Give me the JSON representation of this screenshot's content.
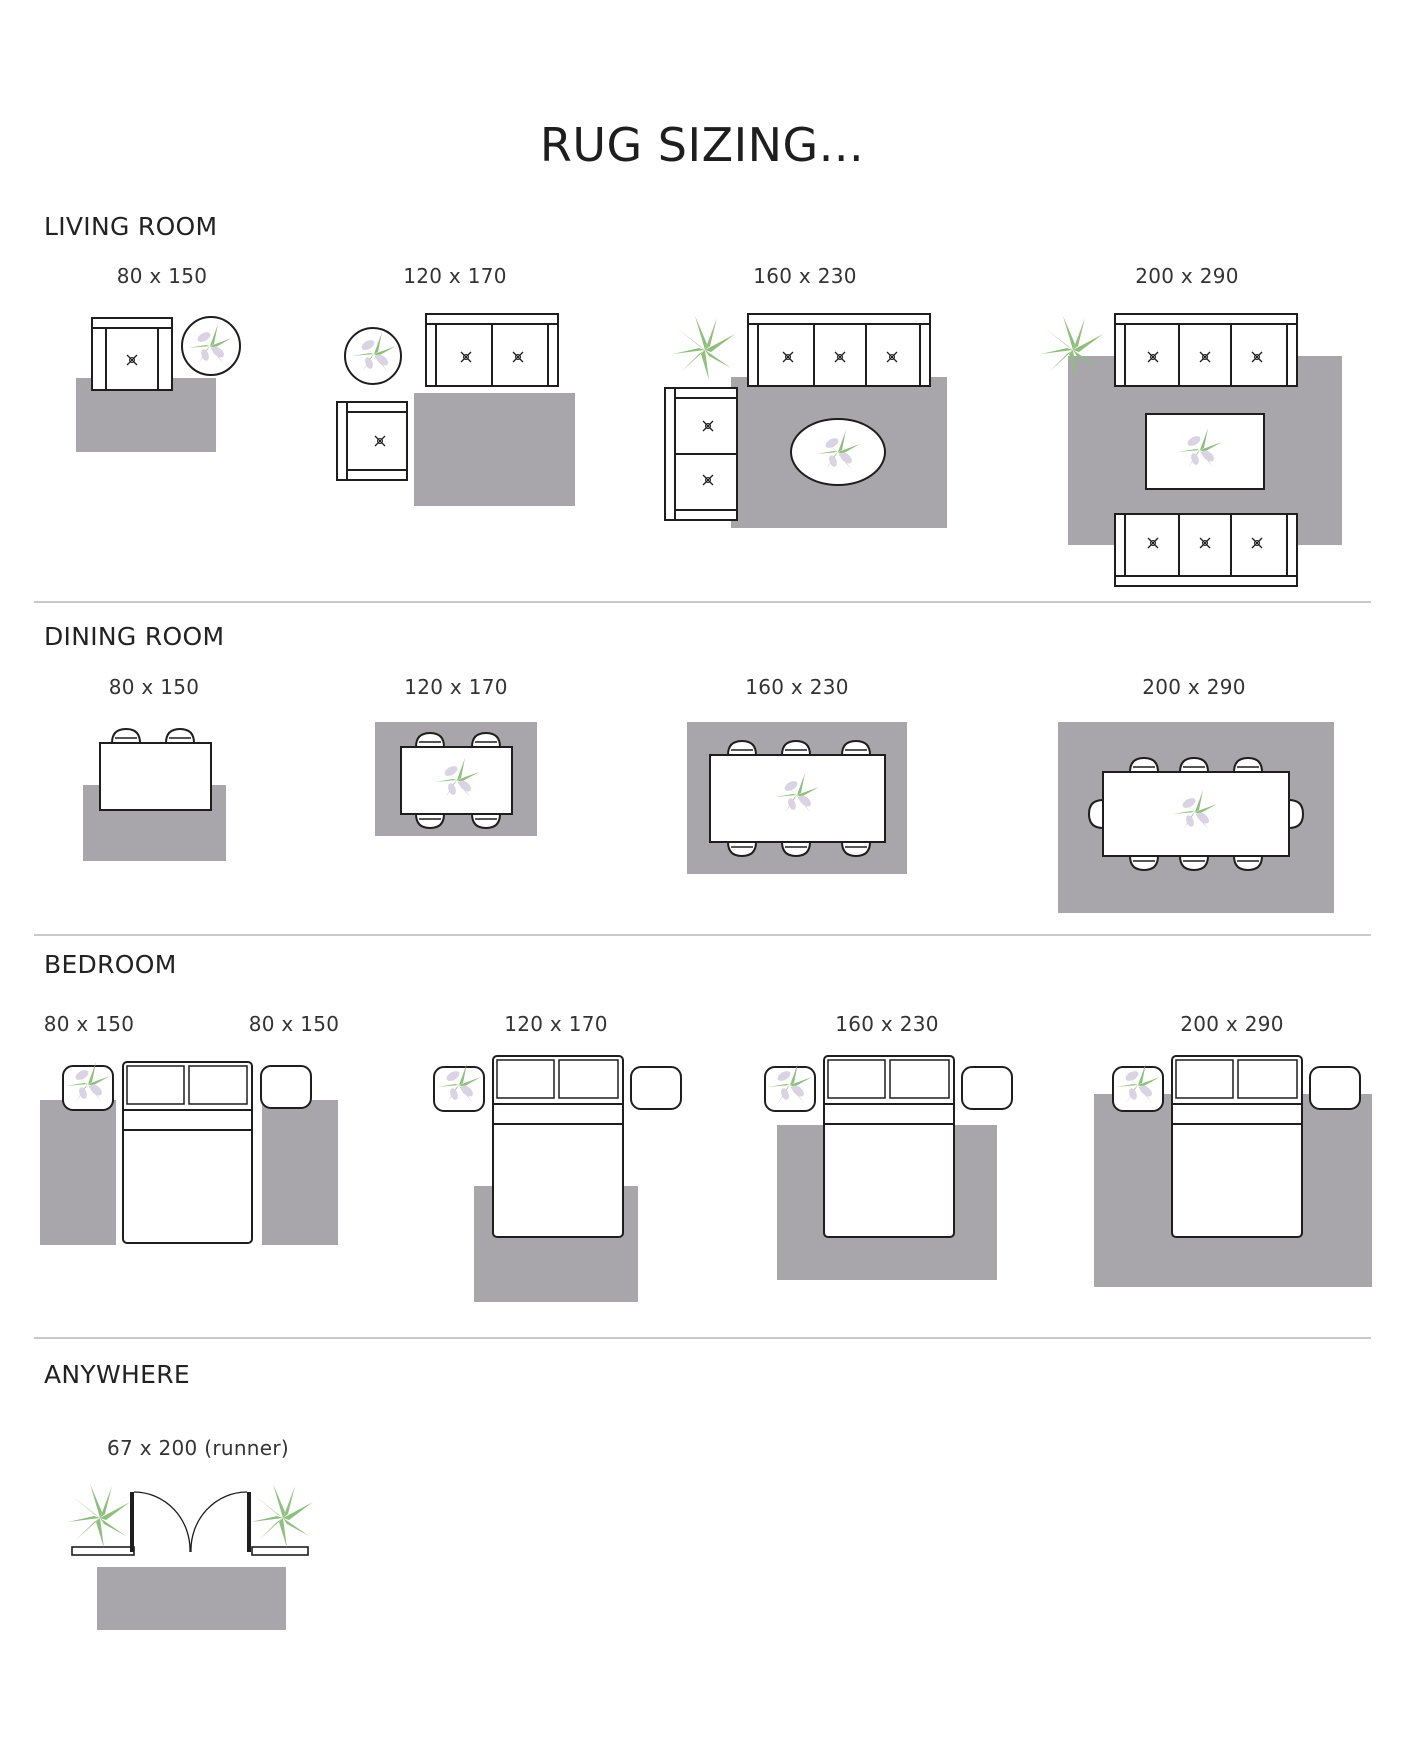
{
  "title": "RUG SIZING...",
  "sections": {
    "living": {
      "heading": "LIVING ROOM",
      "sizes": [
        "80 x 150",
        "120 x 170",
        "160 x 230",
        "200 x 290"
      ]
    },
    "dining": {
      "heading": "DINING ROOM",
      "sizes": [
        "80 x 150",
        "120 x 170",
        "160 x 230",
        "200 x 290"
      ]
    },
    "bedroom": {
      "heading": "BEDROOM",
      "sizes": [
        "80 x 150",
        "80 x 150",
        "120 x 170",
        "160 x 230",
        "200 x 290"
      ]
    },
    "anywhere": {
      "heading": "ANYWHERE",
      "sizes": [
        "67 x 200 (runner)"
      ]
    }
  },
  "colors": {
    "rug": "#a8a6ab",
    "line": "#1e1e1e",
    "plant": "#8fbf7e",
    "flower": "#d9d3e3",
    "divider": "#c9c9c9"
  }
}
